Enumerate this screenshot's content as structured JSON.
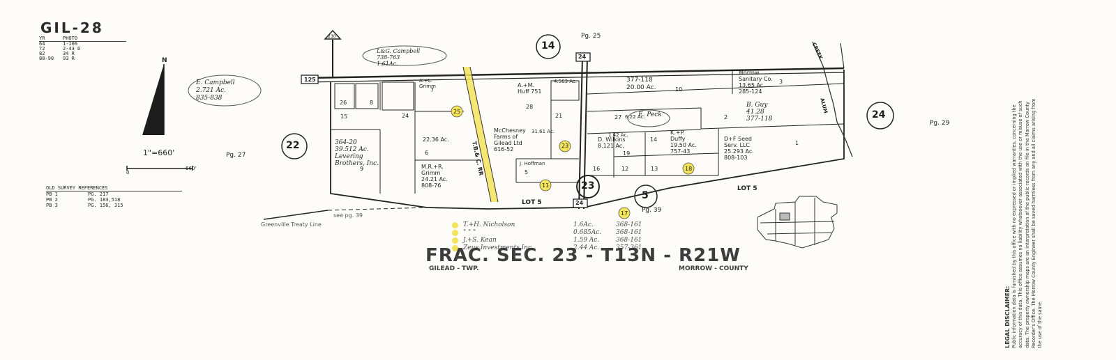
{
  "sheet_id": "GIL-28",
  "photo_table": {
    "headers": [
      "YR",
      "PHOTO"
    ],
    "rows": [
      [
        "64",
        "1-106"
      ],
      [
        "72",
        "2-43 D"
      ],
      [
        "82",
        "34 R"
      ],
      [
        "88-90",
        "93 R"
      ]
    ]
  },
  "north_label": "N",
  "scale": {
    "ratio": "1\"=660'",
    "zero": "0",
    "end": "660'"
  },
  "survey_references": {
    "title": "OLD SURVEY REFERENCES",
    "rows": [
      [
        "PB 1",
        "PG. 217"
      ],
      [
        "PB 2",
        "PG. 183,518"
      ],
      [
        "PB 3",
        "PG. 156, 315"
      ]
    ]
  },
  "page_refs": {
    "top": "Pg. 25",
    "left": "Pg. 27",
    "right": "Pg. 29",
    "bottom": "Pg. 39",
    "see": "see pg. 39"
  },
  "sections": {
    "north": "14",
    "west": "22",
    "east": "24",
    "south": "5",
    "center": "23"
  },
  "roads": {
    "r230": "230",
    "r125": "125",
    "r24_top": "24",
    "r24_bottom": "24",
    "railroad": "T.B.& C. RR"
  },
  "lines": {
    "treaty": "Greenville Treaty Line",
    "lot_a": "LOT 5",
    "lot_b": "LOT 5",
    "creek": "CREEK",
    "alum": "ALUM"
  },
  "parcels": {
    "p1": "1",
    "p2": "2",
    "p3": "3",
    "p5": "5",
    "p6": "6",
    "p7": "7",
    "p8": "8",
    "p9": "9",
    "p10": "10",
    "p11": "11",
    "p12": "12",
    "p13": "13",
    "p14": "14",
    "p15": "15",
    "p16": "16",
    "p17": "17",
    "p18": "18",
    "p19": "19",
    "p21": "21",
    "p23": "23",
    "p24": "24",
    "p25": "25",
    "p26": "26",
    "p27": "27",
    "p28": "28"
  },
  "owners": {
    "campbell_box": [
      "E. Campbell",
      "2.721 Ac.",
      "835-838"
    ],
    "campbell_top": [
      "L&G. Campbell",
      "738-763",
      "1.61Ac."
    ],
    "morrow_sanitary": [
      "Morrow",
      "Sanitary Co.",
      "13.65 Ac.",
      "285-124"
    ],
    "bguy": [
      "B. Guy",
      "41.28",
      "377-118"
    ],
    "tract_377": [
      "377-118",
      "20.00 Ac."
    ],
    "kp_duffy": [
      "K.+P.",
      "Duffy",
      "19.50 Ac.",
      "757-43"
    ],
    "dh_seed": [
      "D+F Seed",
      "Serv. LLC",
      "25.293 Ac.",
      "808-103"
    ],
    "levering": [
      "364-20",
      "39.512 Ac.",
      "Levering",
      "Brothers, Inc."
    ],
    "mrr_grimm": [
      "M.R.+R.",
      "Grimm",
      "24.21 Ac.",
      "808-76"
    ],
    "mcchesney": [
      "McChesney",
      "Farms of",
      "Gilead Ltd",
      "616-52"
    ],
    "atl_grimm": [
      "A.+L.",
      "Grimm"
    ],
    "am_huff": [
      "A.+M.",
      "Huff 751"
    ],
    "d_wilkins": [
      "D. Wilkins",
      "8.121 Ac."
    ],
    "e_peck": [
      "E. Peck"
    ],
    "small_area_1": "4.563 Ac.",
    "small_area_2": "22.36 Ac.",
    "small_area_3": "31.61 Ac.",
    "small_area_4": "1.42 Ac.",
    "small_area_5": "6.22 Ac.",
    "hoffman": "J. Hoffman"
  },
  "parcel_legend": [
    {
      "name": "T.+H. Nicholson",
      "area": "1.6Ac.",
      "book": "368-161"
    },
    {
      "name": "\"   \"   \"",
      "area": "0.685Ac.",
      "book": "368-161"
    },
    {
      "name": "J.+S. Kean",
      "area": "1.59 Ac.",
      "book": "368-161"
    },
    {
      "name": "Zeus Investments Inc.",
      "area": "2.44 Ac.",
      "book": "357-361"
    }
  ],
  "title": {
    "main": "FRAC. SEC. 23 - T13N - R21W",
    "township": "GILEAD - TWP.",
    "county": "MORROW - COUNTY"
  },
  "disclaimer": {
    "heading": "LEGAL DISCLAIMER:",
    "body": "Public information data is furnished by this office with no expressed or implied warranties, concerning the accuracy of this data. This office assumes no liability whatsoever associated with the use or misuse of such data. The property ownership maps are an interpretation of the public records on file in the Morrow County Recorder's Office. The Morrow County Engineer shall be saved harmless from any and all claims arising from the use of the same."
  },
  "colors": {
    "ink": "#2a2a2a",
    "highlight": "#f3e35a",
    "paper": "#fdfcf8"
  }
}
